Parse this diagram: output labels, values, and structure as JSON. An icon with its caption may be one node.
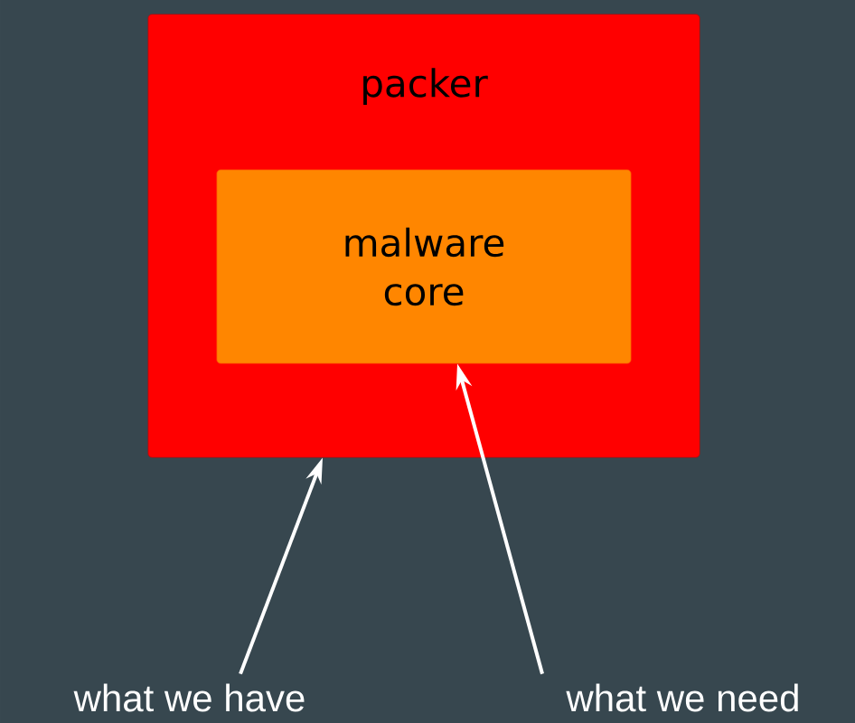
{
  "diagram": {
    "nodes": [
      {
        "text": [
          "packer"
        ]
      },
      {
        "text": [
          "malware core"
        ],
        "in": 0
      },
      {
        "text": [
          "what we have"
        ]
      },
      {
        "text": [
          "what we need"
        ]
      }
    ],
    "edges": [
      {
        "from": 2,
        "to": 0,
        "arrow": "to"
      },
      {
        "from": 3,
        "to": 1,
        "arrow": "to"
      }
    ]
  }
}
